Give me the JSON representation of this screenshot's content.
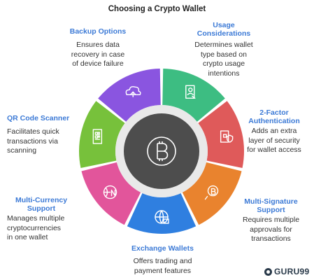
{
  "title": "Choosing a Crypto Wallet",
  "center_icon": "bitcoin-icon",
  "segments": [
    {
      "id": "usage",
      "heading": "Usage Considerations",
      "heading_lines": [
        "Usage",
        "Considerations"
      ],
      "description_lines": [
        "Determines wallet",
        "type based on",
        "crypto usage",
        "intentions"
      ],
      "color": "#3dbd82",
      "icon": "phone-person-icon"
    },
    {
      "id": "2fa",
      "heading": "2-Factor Authentication",
      "heading_lines": [
        "2-Factor",
        "Authentication"
      ],
      "description_lines": [
        "Adds an extra",
        "layer of security",
        "for wallet access"
      ],
      "color": "#df5a5a",
      "icon": "phone-shield-icon"
    },
    {
      "id": "multisig",
      "heading": "Multi-Signature Support",
      "heading_lines": [
        "Multi-Signature",
        "Support"
      ],
      "description_lines": [
        "Requires multiple",
        "approvals for",
        "transactions"
      ],
      "color": "#e9832e",
      "icon": "bitcoin-signature-icon"
    },
    {
      "id": "exchange",
      "heading": "Exchange Wallets",
      "heading_lines": [
        "Exchange Wallets"
      ],
      "description_lines": [
        "Offers trading and",
        "payment features"
      ],
      "color": "#2f7fe0",
      "icon": "globe-wallet-icon"
    },
    {
      "id": "multicurrency",
      "heading": "Multi-Currency Support",
      "heading_lines": [
        "Multi-Currency",
        "Support"
      ],
      "description_lines": [
        "Manages multiple",
        "cryptocurrencies",
        "in one wallet"
      ],
      "color": "#e2559b",
      "icon": "globe-currency-icon"
    },
    {
      "id": "qr",
      "heading": "QR Code Scanner",
      "heading_lines": [
        "QR Code Scanner"
      ],
      "description_lines": [
        "Facilitates quick",
        "transactions via",
        "scanning"
      ],
      "color": "#77c13b",
      "icon": "qr-phone-icon"
    },
    {
      "id": "backup",
      "heading": "Backup Options",
      "heading_lines": [
        "Backup Options"
      ],
      "description_lines": [
        "Ensures data",
        "recovery in case",
        "of device failure"
      ],
      "color": "#8a55e0",
      "icon": "cloud-upload-icon"
    }
  ],
  "brand": {
    "text": "GURU99",
    "icon": "guru99-logo-icon"
  }
}
